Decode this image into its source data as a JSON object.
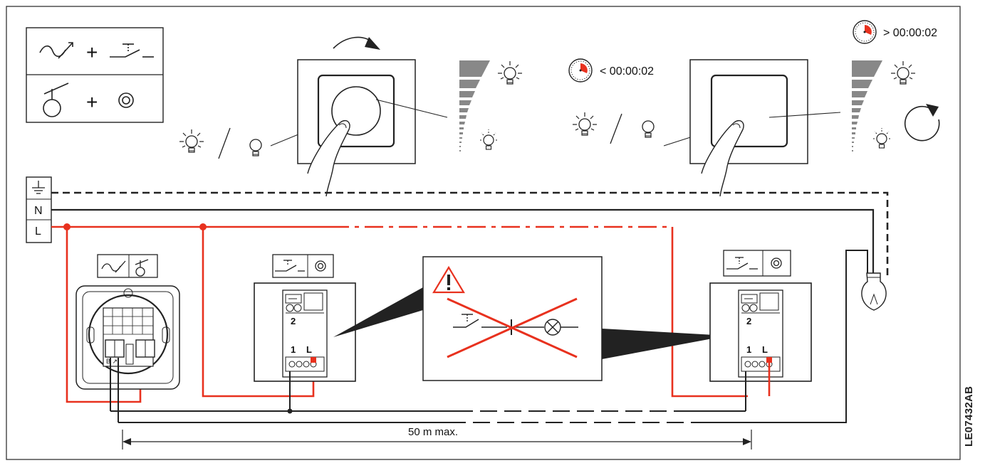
{
  "timers": {
    "long_press": "> 00:00:02",
    "short_press": "< 00:00:02"
  },
  "terminals": {
    "earth_symbol": "⏚",
    "neutral": "N",
    "live": "L"
  },
  "module": {
    "terminal_2": "2",
    "terminal_1": "1",
    "terminal_l": "L"
  },
  "dimmer_terminal_labels": "B ↗",
  "distance": "50 m max.",
  "reference": "LE07432AB",
  "colors": {
    "live_wire": "#e8311e",
    "wire": "#222222",
    "timer_red": "#e8311e"
  },
  "icons": [
    "dimmer-symbol",
    "pushbutton-symbol",
    "sensor-symbol",
    "remote-button-symbol",
    "lamp-on-icon",
    "lamp-off-icon",
    "timer-icon",
    "rotate-arrow-icon",
    "warning-icon",
    "finger-press-icon"
  ]
}
